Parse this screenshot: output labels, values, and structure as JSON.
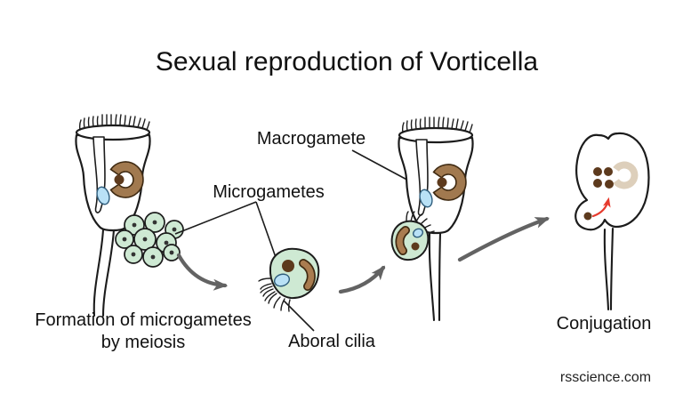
{
  "title": "Sexual reproduction of Vorticella",
  "labels": {
    "macrogamete": "Macrogamete",
    "microgametes": "Microgametes",
    "formation": {
      "line1": "Formation of microgametes",
      "line2": "by meiosis"
    },
    "aboral_cilia": "Aboral cilia",
    "conjugation": "Conjugation"
  },
  "watermark": "rsscience.com",
  "colors": {
    "background": "#ffffff",
    "outline": "#1c1c1c",
    "cell_green": "#cee9d3",
    "macronucleus_brown": "#a1794f",
    "nucleus_dark_brown": "#5d3a1d",
    "faded_macronucleus": "#ddcfbb",
    "vacuole_blue": "#b9e1f6",
    "arrow_gray": "#636363",
    "arrow_red": "#e63b2e",
    "text": "#111111"
  }
}
